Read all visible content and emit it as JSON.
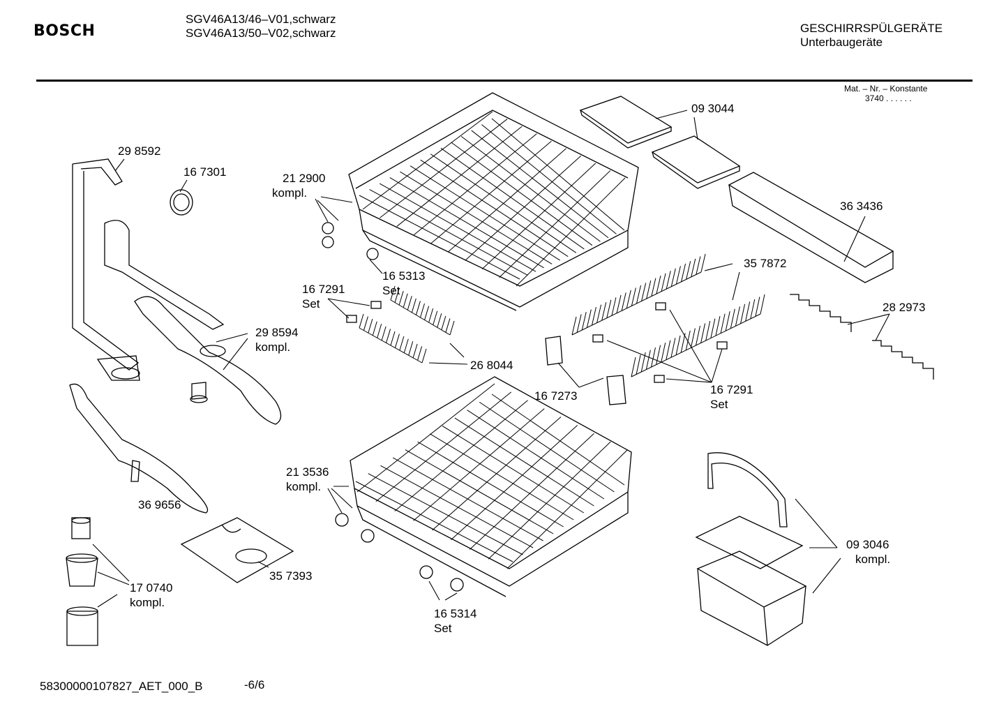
{
  "header": {
    "brand": "BOSCH",
    "models": [
      "SGV46A13/46–V01,schwarz",
      "SGV46A13/50–V02,schwarz"
    ],
    "category": "GESCHIRRSPÜLGERÄTE",
    "subcategory": "Unterbaugeräte",
    "mat_label": "Mat. – Nr. – Konstante",
    "mat_value": "3740  .  .    .  .  .  ."
  },
  "parts": [
    {
      "id": "p298592",
      "number": "29 8592",
      "note": ""
    },
    {
      "id": "p167301",
      "number": "16 7301",
      "note": ""
    },
    {
      "id": "p212900",
      "number": "21 2900",
      "note": "kompl."
    },
    {
      "id": "p093044",
      "number": "09 3044",
      "note": ""
    },
    {
      "id": "p363436",
      "number": "36 3436",
      "note": ""
    },
    {
      "id": "p165313",
      "number": "16 5313",
      "note": "Set"
    },
    {
      "id": "p357872",
      "number": "35 7872",
      "note": ""
    },
    {
      "id": "p167291a",
      "number": "16 7291",
      "note": "Set"
    },
    {
      "id": "p282973",
      "number": "28 2973",
      "note": ""
    },
    {
      "id": "p298594",
      "number": "29 8594",
      "note": "kompl."
    },
    {
      "id": "p268044",
      "number": "26 8044",
      "note": ""
    },
    {
      "id": "p167273",
      "number": "16 7273",
      "note": ""
    },
    {
      "id": "p167291b",
      "number": "16 7291",
      "note": "Set"
    },
    {
      "id": "p213536",
      "number": "21 3536",
      "note": "kompl."
    },
    {
      "id": "p369656",
      "number": "36 9656",
      "note": ""
    },
    {
      "id": "p093046",
      "number": "09 3046",
      "note": "kompl."
    },
    {
      "id": "p357393",
      "number": "35 7393",
      "note": ""
    },
    {
      "id": "p170740",
      "number": "17 0740",
      "note": "kompl."
    },
    {
      "id": "p165314",
      "number": "16 5314",
      "note": "Set"
    }
  ],
  "footer": {
    "doc_id": "58300000107827_AET_000_B",
    "page": "-6/6"
  }
}
